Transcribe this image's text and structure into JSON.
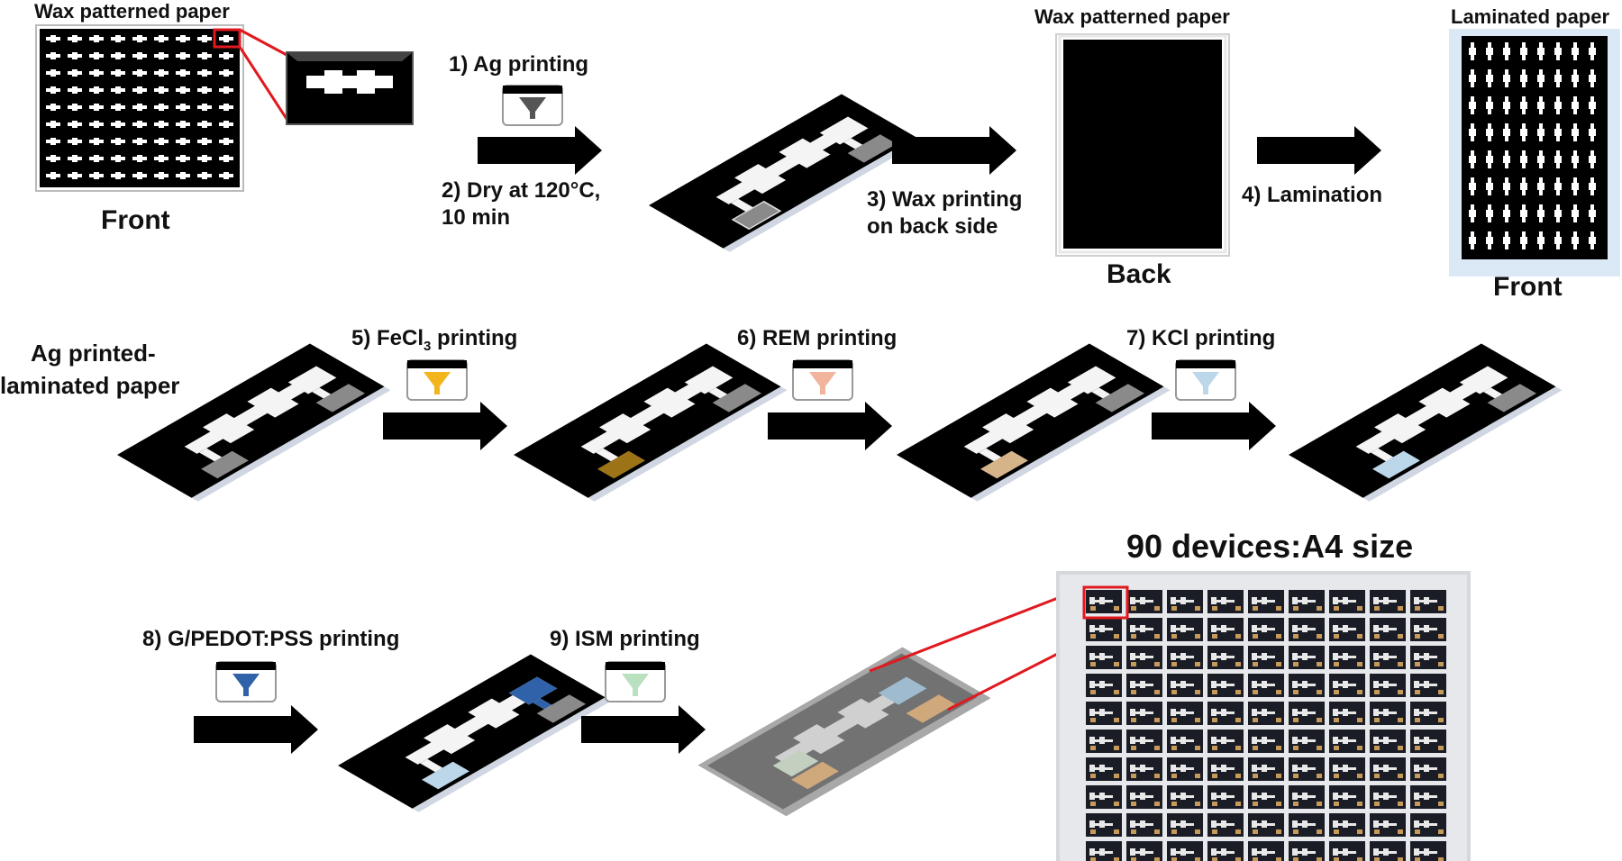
{
  "row1": {
    "wax_front_title": "Wax patterned paper",
    "wax_front_caption": "Front",
    "step1": "1) Ag printing",
    "step2_line1": "2) Dry at 120°C,",
    "step2_line2": "10 min",
    "step3_line1": "3) Wax printing",
    "step3_line2": "on back side",
    "wax_back_title": "Wax  patterned paper",
    "wax_back_caption": "Back",
    "step4": "4) Lamination",
    "laminated_title": "Laminated paper",
    "laminated_caption": "Front"
  },
  "row2": {
    "start_line1": "Ag printed-",
    "start_line2": "laminated paper",
    "step5_prefix": "5) FeCl",
    "step5_sub": "3",
    "step5_suffix": " printing",
    "step6": "6) REM printing",
    "step7": "7) KCl printing"
  },
  "row3": {
    "step8": "8) G/PEDOT:PSS printing",
    "step9": "9) ISM printing",
    "a4_title": "90 devices:A4 size"
  },
  "colors": {
    "arrow": "#000000",
    "callout": "#e0191f",
    "ag": "#8a8a8a",
    "fecl3": "#9c7417",
    "rem": "#d6b48a",
    "kcl": "#bcd6ea",
    "pedot": "#2f62a8",
    "ism": "#b9e0bf",
    "laminate_bg": "#dbe9f6"
  }
}
